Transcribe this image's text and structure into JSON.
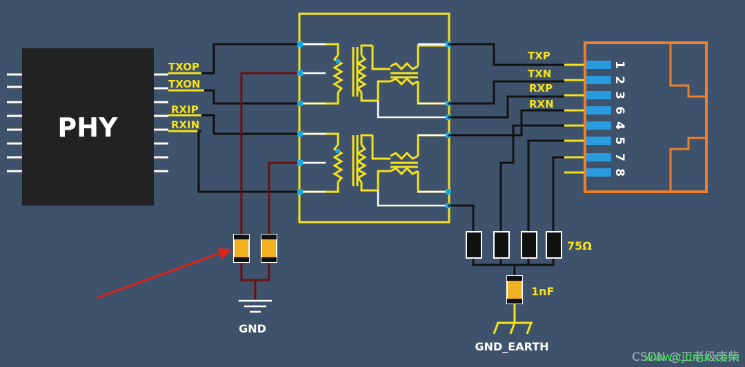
{
  "phy": {
    "label": "PHY"
  },
  "signals": {
    "txop": "TXOP",
    "txon": "TXON",
    "rxip": "RXIP",
    "rxin": "RXIN"
  },
  "rj45": {
    "labels": [
      "TXP",
      "TXN",
      "RXP",
      "RXN"
    ],
    "pins": [
      "1",
      "2",
      "3",
      "6",
      "4",
      "5",
      "7",
      "8"
    ]
  },
  "components": {
    "resistor_value": "75Ω",
    "capacitor_value": "1nF"
  },
  "grounds": {
    "gnd": "GND",
    "gnd_earth": "GND_EARTH"
  },
  "watermark": {
    "text": "CSDN @工老级废柴",
    "overlay": "www.cjdmx.com"
  },
  "colors": {
    "background": "#3f526c",
    "wire": "#111111",
    "transformer": "#f5e21a",
    "accent_wire": "#ffffff",
    "ground_wire": "#6b1010",
    "connector": "#f07f2a",
    "pin": "#2b9be0",
    "arrow": "#e0211b"
  }
}
